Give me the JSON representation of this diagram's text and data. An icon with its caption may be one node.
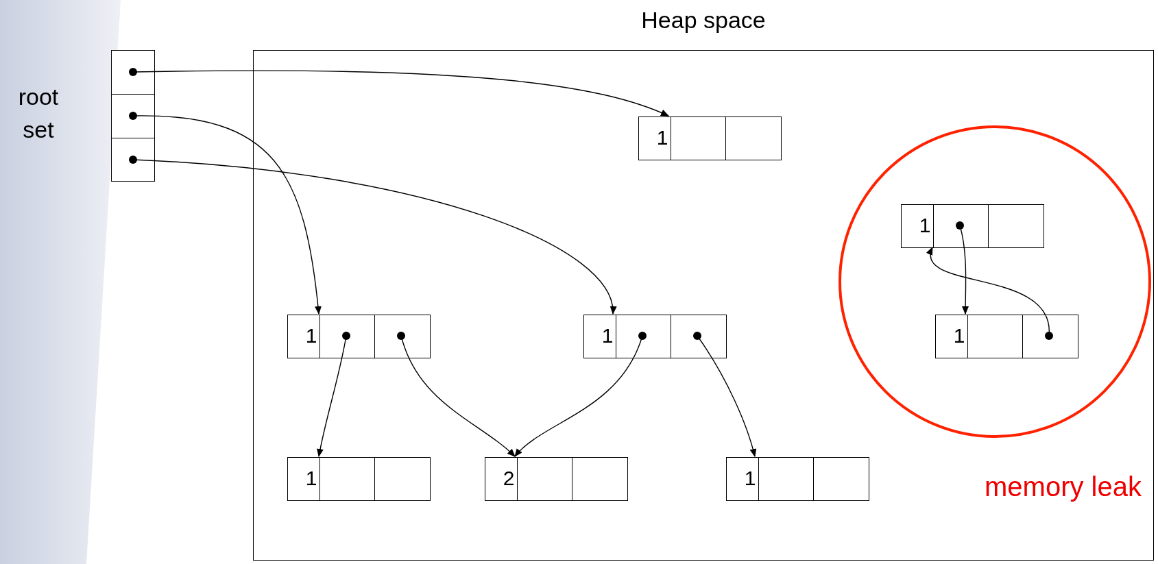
{
  "diagram": {
    "nodes": [
      {
        "text": [],
        "shape": "box",
        "beside": [
          "root set"
        ]
      },
      {
        "text": [
          "Heap space"
        ]
      },
      {
        "text": [
          "1"
        ],
        "in": 1
      },
      {
        "text": [
          "memory leak"
        ],
        "in": 1
      },
      {
        "text": [
          "1"
        ],
        "in": 3
      },
      {
        "text": [
          "1"
        ],
        "in": 1
      },
      {
        "text": [
          "1"
        ],
        "in": 1
      },
      {
        "text": [
          "1"
        ],
        "in": 3
      },
      {
        "text": [
          "1"
        ],
        "in": 1
      },
      {
        "text": [
          "2"
        ],
        "in": 1
      },
      {
        "text": [
          "1"
        ],
        "in": 1
      }
    ],
    "edges": [
      {
        "from": 0,
        "to": 2,
        "arrow": "to"
      },
      {
        "from": 0,
        "to": 5,
        "arrow": "to"
      },
      {
        "from": 0,
        "to": 6,
        "arrow": "to"
      },
      {
        "from": 5,
        "to": 8,
        "arrow": "to"
      },
      {
        "from": 5,
        "to": 9,
        "arrow": "to"
      },
      {
        "from": 6,
        "to": 9,
        "arrow": "to"
      },
      {
        "from": 6,
        "to": 10,
        "arrow": "to"
      },
      {
        "from": 4,
        "to": 7,
        "arrow": "to"
      },
      {
        "from": 7,
        "to": 4,
        "arrow": "to"
      }
    ]
  }
}
